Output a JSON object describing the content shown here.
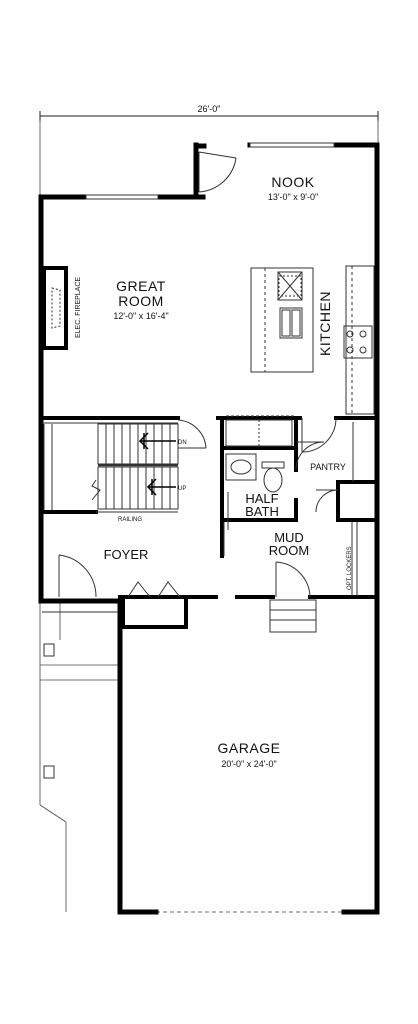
{
  "overall_dimension": "26'-0\"",
  "rooms": {
    "nook": {
      "name": "NOOK",
      "size": "13'-0\" x 9'-0\""
    },
    "great_room": {
      "name_line1": "GREAT",
      "name_line2": "ROOM",
      "size": "12'-0\" x 16'-4\""
    },
    "kitchen": {
      "name": "KITCHEN"
    },
    "pantry": {
      "name": "PANTRY"
    },
    "half_bath": {
      "name_line1": "HALF",
      "name_line2": "BATH"
    },
    "foyer": {
      "name": "FOYER"
    },
    "mud_room": {
      "name_line1": "MUD",
      "name_line2": "ROOM"
    },
    "garage": {
      "name": "GARAGE",
      "size": "20'-0\" x 24'-0\""
    }
  },
  "annotations": {
    "fireplace": "ELEC. FIREPLACE",
    "stair_down": "DN",
    "stair_up": "UP",
    "railing": "RAILING",
    "lockers": "OPT. LOCKERS"
  }
}
